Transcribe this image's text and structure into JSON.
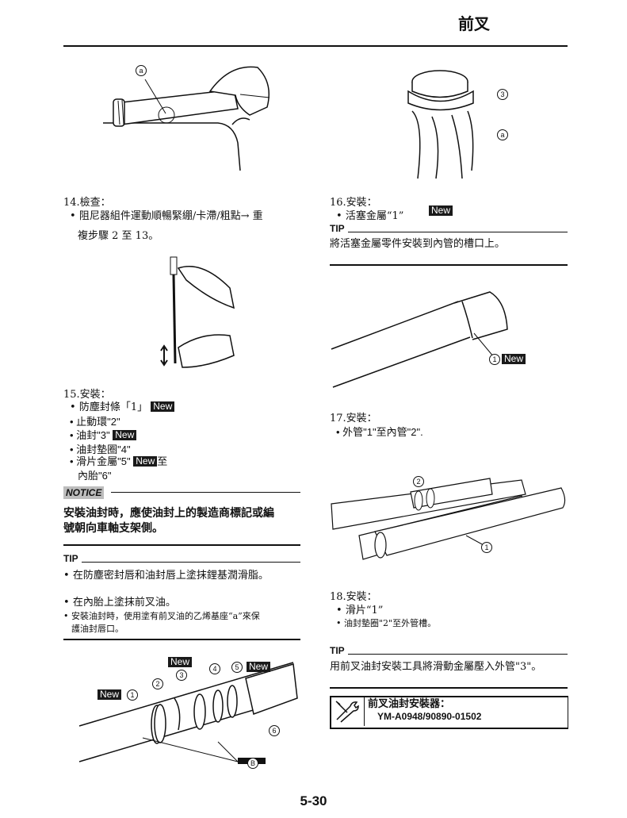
{
  "header": {
    "title": "前叉"
  },
  "left": {
    "step14": {
      "title": "14.檢查：",
      "item": "阻尼器組件運動順暢緊綳/卡滯/粗點→ 重",
      "item2": "複步驟 2 至 13。"
    },
    "step15": {
      "title": "15.安裝：",
      "items": [
        {
          "text": "防塵封條「1」",
          "new": "New"
        },
        {
          "text": "止動環\"2\""
        },
        {
          "text": "油封\"3\"",
          "new": "New"
        },
        {
          "text": "油封墊圈\"4\""
        },
        {
          "text": "滑片金屬\"5\"",
          "new": "New",
          "tail": "至"
        },
        {
          "text": "內胎\"6\""
        }
      ]
    },
    "notice": {
      "label": "NOTICE",
      "text1": "安裝油封時，應使油封上的製造商標記或編",
      "text2": "號朝向車軸支架側。"
    },
    "tip": {
      "label": "TIP",
      "items": [
        "在防塵密封唇和油封唇上塗抹鋰基潤滑脂。",
        "在內胎上塗抹前叉油。",
        "安裝油封時，使用塗有前叉油的乙烯基座“a”來保",
        "護油封唇口。"
      ]
    },
    "fig_a": {
      "label": "a"
    },
    "fig_bottom": {
      "labels": [
        "1",
        "2",
        "3",
        "4",
        "5",
        "6",
        "B"
      ],
      "new": "New"
    }
  },
  "right": {
    "fig_top": {
      "labels": [
        "3",
        "a"
      ]
    },
    "step16": {
      "title": "16.安裝：",
      "item": "活塞金屬“1”",
      "new": "New"
    },
    "tip16": {
      "label": "TIP",
      "text": "將活塞金屬零件安裝到內管的槽口上。"
    },
    "fig_mid": {
      "label": "1",
      "new": "New"
    },
    "step17": {
      "title": "17.安裝：",
      "item": "外管\"1\"至內管\"2\"."
    },
    "fig_tubes": {
      "labels": [
        "2",
        "1"
      ]
    },
    "step18": {
      "title": "18.安裝：",
      "item1": "滑片“1”",
      "item2": "油封墊圈\"2\"至外管槽。"
    },
    "tip18": {
      "label": "TIP",
      "text": "用前叉油封安裝工具將滑動金屬壓入外管\"3\"。"
    },
    "tool": {
      "name": "前叉油封安裝器：",
      "code": "YM-A0948/90890-01502"
    }
  },
  "footer": {
    "page": "5-30"
  }
}
